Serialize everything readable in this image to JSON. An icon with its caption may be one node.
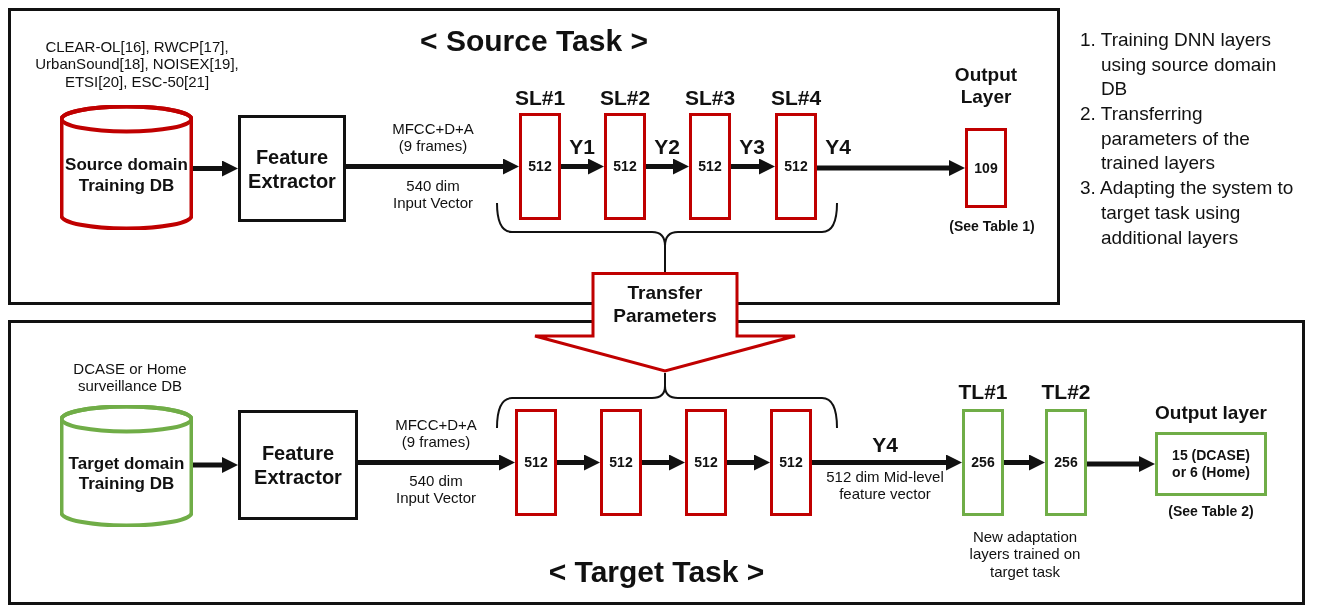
{
  "diagram": {
    "nodes": [
      {
        "text": [
          "< Source Task >"
        ]
      },
      {
        "text": [
          "Source domain Training DB"
        ],
        "in": 0,
        "beside": [
          "CLEAR-OL[16], RWCP[17], UrbanSound[18], NOISEX[19], ETSI[20], ESC-50[21]"
        ]
      },
      {
        "text": [
          "Feature Extractor"
        ],
        "in": 0
      },
      {
        "text": [
          "512"
        ],
        "in": 0,
        "beside": [
          "SL#1"
        ]
      },
      {
        "text": [
          "512"
        ],
        "in": 0,
        "beside": [
          "SL#2"
        ]
      },
      {
        "text": [
          "512"
        ],
        "in": 0,
        "beside": [
          "SL#3"
        ]
      },
      {
        "text": [
          "512"
        ],
        "in": 0,
        "beside": [
          "SL#4"
        ]
      },
      {
        "text": [
          "109"
        ],
        "in": 0,
        "beside": [
          "Output Layer",
          "(See Table 1)"
        ]
      },
      {
        "text": [
          "Transfer Parameters"
        ]
      },
      {
        "text": [
          "< Target Task >"
        ]
      },
      {
        "text": [
          "Target domain Training DB"
        ],
        "in": 9,
        "beside": [
          "DCASE or Home surveillance DB"
        ]
      },
      {
        "text": [
          "Feature Extractor"
        ],
        "in": 9
      },
      {
        "text": [
          "512"
        ],
        "in": 9
      },
      {
        "text": [
          "512"
        ],
        "in": 9
      },
      {
        "text": [
          "512"
        ],
        "in": 9
      },
      {
        "text": [
          "512"
        ],
        "in": 9
      },
      {
        "text": [
          "256"
        ],
        "in": 9,
        "beside": [
          "TL#1"
        ]
      },
      {
        "text": [
          "256"
        ],
        "in": 9,
        "beside": [
          "TL#2"
        ]
      },
      {
        "text": [
          "15 (DCASE) or 6 (Home)"
        ],
        "in": 9,
        "beside": [
          "Output layer",
          "(See Table 2)"
        ]
      }
    ],
    "edges": [
      {
        "from": 1,
        "to": 2,
        "arrow": "to"
      },
      {
        "from": 2,
        "to": 3,
        "arrow": "to",
        "label": "MFCC+D+A (9 frames)"
      },
      {
        "from": 3,
        "to": 4,
        "arrow": "to",
        "label": "Y1"
      },
      {
        "from": 4,
        "to": 5,
        "arrow": "to",
        "label": "Y2"
      },
      {
        "from": 5,
        "to": 6,
        "arrow": "to",
        "label": "Y3"
      },
      {
        "from": 6,
        "to": 7,
        "arrow": "to",
        "label": "Y4"
      },
      {
        "from": 10,
        "to": 11,
        "arrow": "to"
      },
      {
        "from": 11,
        "to": 12,
        "arrow": "to",
        "label": "MFCC+D+A (9 frames)"
      },
      {
        "from": 12,
        "to": 13,
        "arrow": "to"
      },
      {
        "from": 13,
        "to": 14,
        "arrow": "to"
      },
      {
        "from": 14,
        "to": 15,
        "arrow": "to"
      },
      {
        "from": 15,
        "to": 16,
        "arrow": "to",
        "label": "Y4"
      },
      {
        "from": 16,
        "to": 17,
        "arrow": "to"
      },
      {
        "from": 17,
        "to": 18,
        "arrow": "to"
      }
    ],
    "labels": [
      "540 dim Input Vector",
      "1. Training DNN layers using source domain DB",
      "2. Transferring parameters of the trained layers",
      "3. Adapting the system to target task using additional layers",
      "540 dim Input Vector",
      "512 dim Mid-level feature vector",
      "New adaptation layers trained on target task"
    ]
  }
}
